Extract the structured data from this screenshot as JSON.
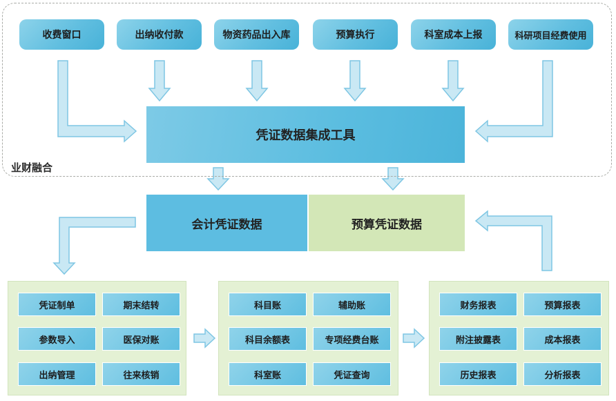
{
  "region_label": "业财融合",
  "sources": [
    "收费窗口",
    "出纳收付款",
    "物资药品出入库",
    "预算执行",
    "科室成本上报",
    "科研项目经费使用"
  ],
  "integration_tool": "凭证数据集成工具",
  "accounting_data": "会计凭证数据",
  "budget_data": "预算凭证数据",
  "panels": [
    {
      "items": [
        "凭证制单",
        "期末结转",
        "参数导入",
        "医保对账",
        "出纳管理",
        "往来核销"
      ]
    },
    {
      "items": [
        "科目账",
        "辅助账",
        "科目余额表",
        "专项经费台账",
        "科室账",
        "凭证查询"
      ]
    },
    {
      "items": [
        "财务报表",
        "预算报表",
        "附注披露表",
        "成本报表",
        "历史报表",
        "分析报表"
      ]
    }
  ],
  "colors": {
    "blue": "#5dbde1",
    "green_box": "#d3e7b7",
    "panel_bg": "#e4f1d4",
    "arrow_fill": "#c9e8f4",
    "arrow_stroke": "#7ec6e3"
  }
}
